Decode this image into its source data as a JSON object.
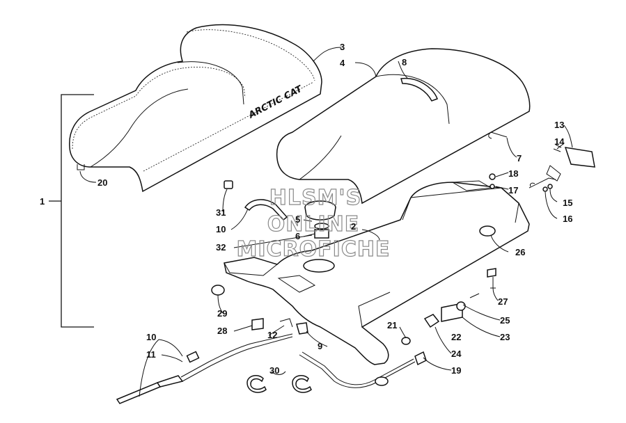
{
  "watermark": {
    "line1": "HLSM'S",
    "line2": "ONLINE",
    "line3": "MICROFICHE"
  },
  "brand_text": "ARCTIC CAT",
  "callouts": {
    "c1": "1",
    "c2": "2",
    "c3": "3",
    "c4": "4",
    "c5": "5",
    "c6": "6",
    "c7": "7",
    "c8": "8",
    "c9": "9",
    "c10a": "10",
    "c10b": "10",
    "c11": "11",
    "c12": "12",
    "c13": "13",
    "c14": "14",
    "c15": "15",
    "c16": "16",
    "c17": "17",
    "c18": "18",
    "c19": "19",
    "c20": "20",
    "c21": "21",
    "c22": "22",
    "c23": "23",
    "c24": "24",
    "c25": "25",
    "c26": "26",
    "c27": "27",
    "c28": "28",
    "c29": "29",
    "c30": "30",
    "c31": "31",
    "c32": "32"
  }
}
